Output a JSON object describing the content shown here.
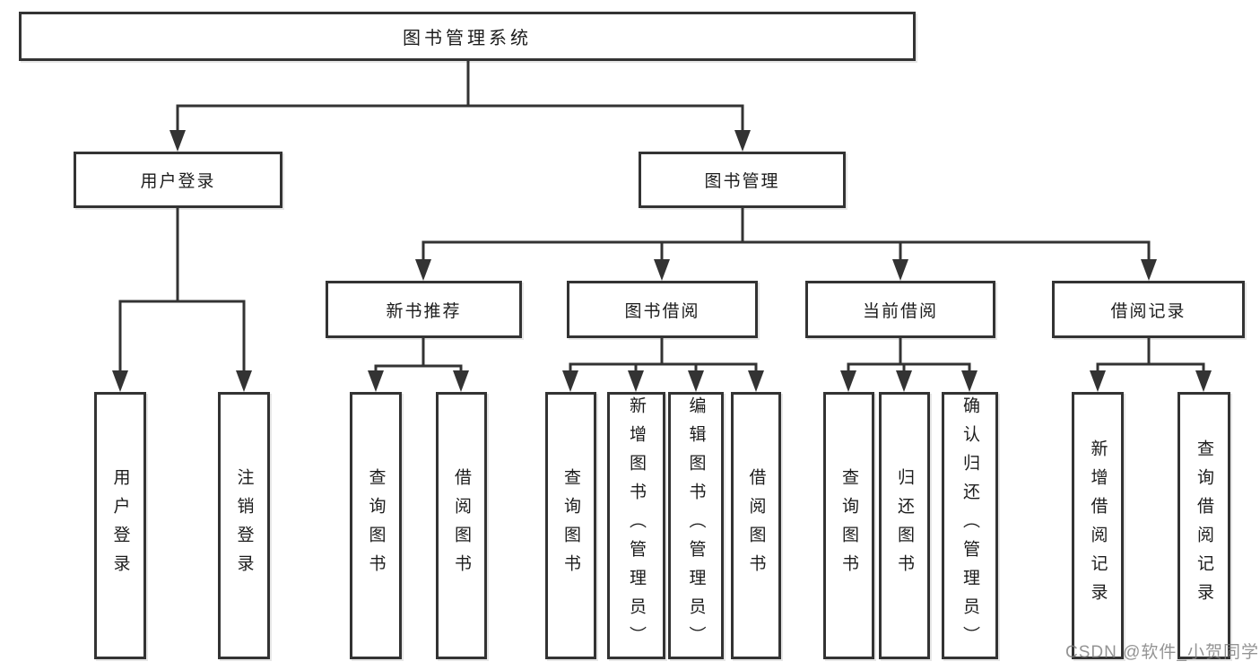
{
  "diagram_title": "图书管理系统",
  "tree": {
    "label": "图书管理系统",
    "children": [
      {
        "label": "用户登录",
        "children": [
          {
            "label": "用户登录"
          },
          {
            "label": "注销登录"
          }
        ]
      },
      {
        "label": "图书管理",
        "children": [
          {
            "label": "新书推荐",
            "children": [
              {
                "label": "查询图书"
              },
              {
                "label": "借阅图书"
              }
            ]
          },
          {
            "label": "图书借阅",
            "children": [
              {
                "label": "查询图书"
              },
              {
                "label": "新增图书（管理员）"
              },
              {
                "label": "编辑图书（管理员）"
              },
              {
                "label": "借阅图书"
              }
            ]
          },
          {
            "label": "当前借阅",
            "children": [
              {
                "label": "查询图书"
              },
              {
                "label": "归还图书"
              },
              {
                "label": "确认归还（管理员）"
              }
            ]
          },
          {
            "label": "借阅记录",
            "children": [
              {
                "label": "新增借阅记录"
              },
              {
                "label": "查询借阅记录"
              }
            ]
          }
        ]
      }
    ]
  },
  "watermark": "CSDN @软件_小贺同学",
  "colors": {
    "line": "#333333",
    "text": "#1c1c1c",
    "background": "#ffffff",
    "watermark": "#7d7d7d"
  }
}
